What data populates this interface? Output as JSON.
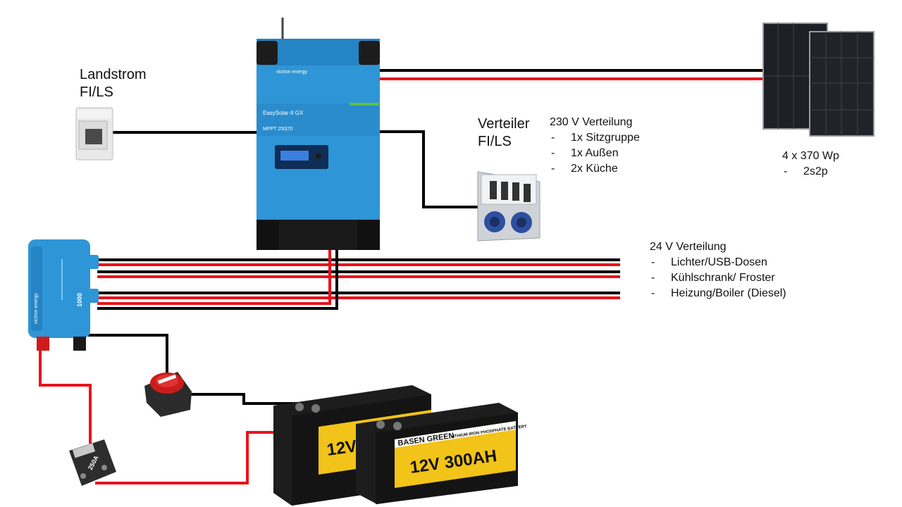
{
  "labels": {
    "shore_power": {
      "line1": "Landstrom",
      "line2": "FI/LS"
    },
    "distributor": {
      "line1": "Verteiler",
      "line2": "FI/LS"
    },
    "ac_distribution": {
      "title": "230 V Verteilung",
      "items": [
        "1x Sitzgruppe",
        "1x Außen",
        "2x Küche"
      ]
    },
    "solar": {
      "title": "4 x 370 Wp",
      "items": [
        "2s2p"
      ]
    },
    "dc_distribution": {
      "title": "24 V Verteilung",
      "items": [
        "Lichter/USB-Dosen",
        "Kühlschrank/ Froster",
        "Heizung/Boiler (Diesel)"
      ]
    }
  },
  "devices": {
    "inverter": {
      "brand": "victron energy",
      "model": "EasySolar-II GX",
      "mppt": "MPPT 250|70"
    },
    "dc_converter": {
      "brand": "victron energy",
      "rating": "1000"
    },
    "fuse": {
      "rating": "250A"
    },
    "battery": {
      "brand": "BASEN GREEN",
      "capacity": "12V 300AH",
      "subtitle": "LITHIUM IRON PHOSPHATE BATTERY"
    }
  },
  "colors": {
    "positive_wire": "#e8131b",
    "negative_wire": "#000000",
    "victron_blue": "#2e95d6",
    "battery_yellow": "#f2c318"
  }
}
